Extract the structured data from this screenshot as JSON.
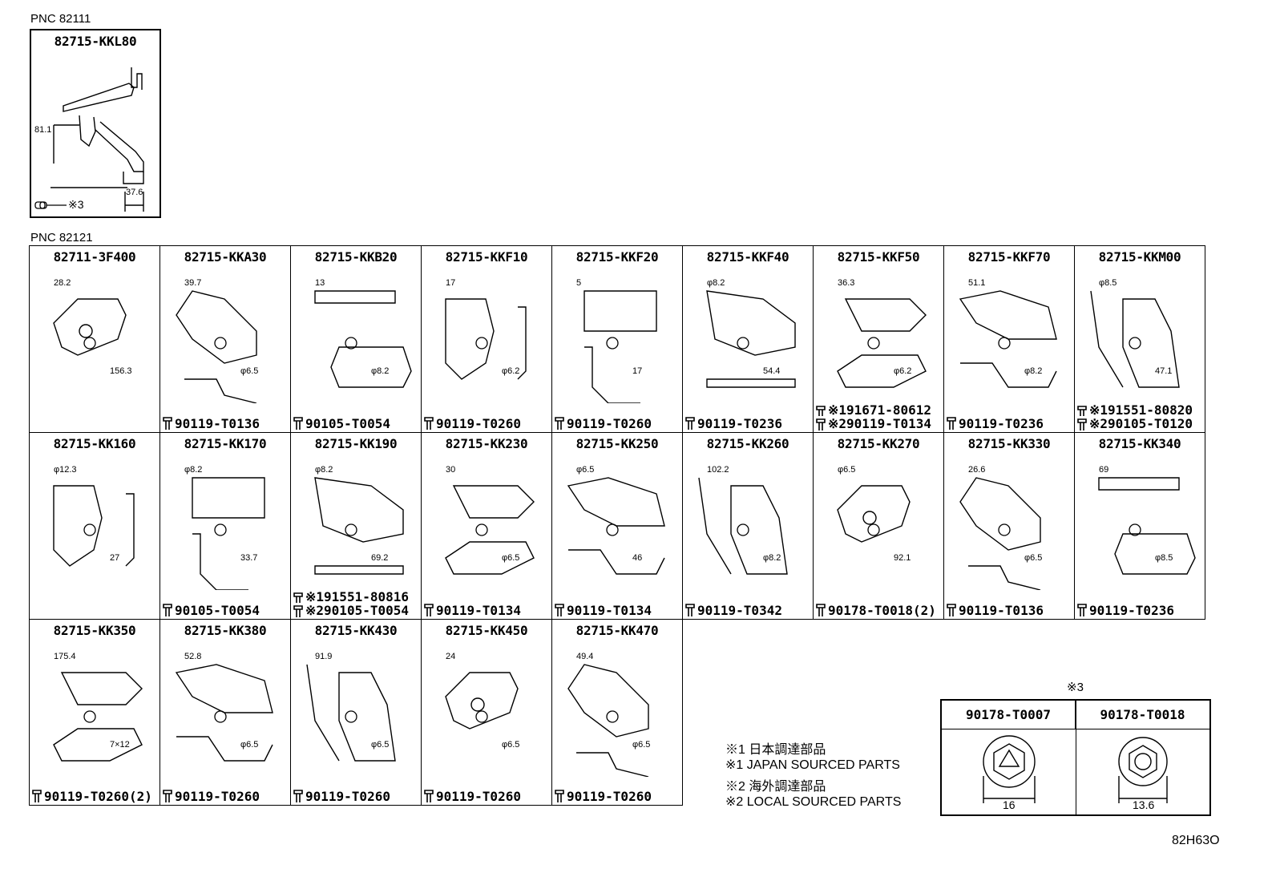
{
  "pnc_top": "PNC 82111",
  "pnc_main": "PNC 82121",
  "top_part": {
    "number": "82715-KKL80",
    "dim_height": "81.1",
    "dim_width": "37.6",
    "ref": "※3"
  },
  "rows": [
    [
      {
        "part": "82715-KKF10",
        "bolt": [
          "90119-T0260"
        ],
        "dims": [
          "17",
          "φ6.2"
        ]
      }
    ]
  ],
  "row1": [
    {
      "part": "82711-3F400",
      "bolt": [],
      "dims": [
        "28.2",
        "156.3"
      ]
    },
    {
      "part": "82715-KKA30",
      "bolt": [
        "90119-T0136"
      ],
      "dims": [
        "39.7",
        "φ6.5"
      ]
    },
    {
      "part": "82715-KKB20",
      "bolt": [
        "90105-T0054"
      ],
      "dims": [
        "13",
        "φ8.2"
      ]
    },
    {
      "part": "82715-KKF10",
      "bolt": [
        "90119-T0260"
      ],
      "dims": [
        "17",
        "φ6.2"
      ]
    },
    {
      "part": "82715-KKF20",
      "bolt": [
        "90119-T0260"
      ],
      "dims": [
        "5",
        "17"
      ]
    },
    {
      "part": "82715-KKF40",
      "bolt": [
        "90119-T0236"
      ],
      "dims": [
        "φ8.2",
        "54.4"
      ]
    },
    {
      "part": "82715-KKF50",
      "bolt": [
        "※191671-80612",
        "※290119-T0134"
      ],
      "dims": [
        "36.3",
        "φ6.2"
      ]
    },
    {
      "part": "82715-KKF70",
      "bolt": [
        "90119-T0236"
      ],
      "dims": [
        "51.1",
        "φ8.2"
      ]
    },
    {
      "part": "82715-KKM00",
      "bolt": [
        "※191551-80820",
        "※290105-T0120"
      ],
      "dims": [
        "φ8.5",
        "47.1"
      ]
    }
  ],
  "row2": [
    {
      "part": "82715-KK160",
      "bolt": [],
      "dims": [
        "φ12.3",
        "27"
      ]
    },
    {
      "part": "82715-KK170",
      "bolt": [
        "90105-T0054"
      ],
      "dims": [
        "φ8.2",
        "33.7"
      ]
    },
    {
      "part": "82715-KK190",
      "bolt": [
        "※191551-80816",
        "※290105-T0054"
      ],
      "dims": [
        "φ8.2",
        "69.2"
      ]
    },
    {
      "part": "82715-KK230",
      "bolt": [
        "90119-T0134"
      ],
      "dims": [
        "30",
        "φ6.5"
      ]
    },
    {
      "part": "82715-KK250",
      "bolt": [
        "90119-T0134"
      ],
      "dims": [
        "φ6.5",
        "46"
      ]
    },
    {
      "part": "82715-KK260",
      "bolt": [
        "90119-T0342"
      ],
      "dims": [
        "102.2",
        "φ8.2"
      ]
    },
    {
      "part": "82715-KK270",
      "bolt": [
        "90178-T0018(2)"
      ],
      "dims": [
        "φ6.5",
        "92.1"
      ]
    },
    {
      "part": "82715-KK330",
      "bolt": [
        "90119-T0136"
      ],
      "dims": [
        "26.6",
        "φ6.5"
      ]
    },
    {
      "part": "82715-KK340",
      "bolt": [
        "90119-T0236"
      ],
      "dims": [
        "69",
        "φ8.5"
      ]
    }
  ],
  "row3": [
    {
      "part": "82715-KK350",
      "bolt": [
        "90119-T0260(2)"
      ],
      "dims": [
        "175.4",
        "7×12"
      ]
    },
    {
      "part": "82715-KK380",
      "bolt": [
        "90119-T0260"
      ],
      "dims": [
        "52.8",
        "φ6.5"
      ]
    },
    {
      "part": "82715-KK430",
      "bolt": [
        "90119-T0260"
      ],
      "dims": [
        "91.9",
        "φ6.5"
      ]
    },
    {
      "part": "82715-KK450",
      "bolt": [
        "90119-T0260"
      ],
      "dims": [
        "24",
        "φ6.5"
      ]
    },
    {
      "part": "82715-KK470",
      "bolt": [
        "90119-T0260"
      ],
      "dims": [
        "49.4",
        "φ6.5"
      ]
    }
  ],
  "notes": [
    "※1 日本調達部品",
    "※1 JAPAN SOURCED PARTS",
    "※2 海外調達部品",
    "※2 LOCAL SOURCED PARTS"
  ],
  "fasteners": {
    "title": "※3",
    "items": [
      {
        "part": "90178-T0007",
        "dim": "16"
      },
      {
        "part": "90178-T0018",
        "dim": "13.6"
      }
    ]
  },
  "diagram_code": "82H63O"
}
